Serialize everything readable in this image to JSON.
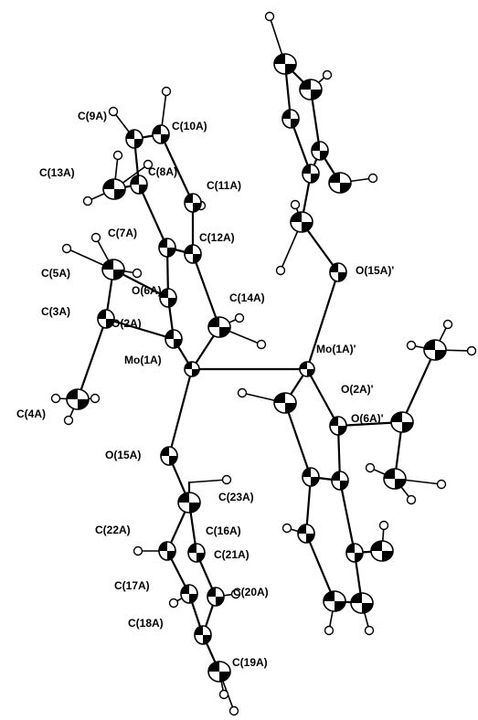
{
  "figure": {
    "labels": {
      "C9A": "C(9A)",
      "C10A": "C(10A)",
      "C13A": "C(13A)",
      "C8A": "C(8A)",
      "C11A": "C(11A)",
      "C7A": "C(7A)",
      "C12A": "C(12A)",
      "C5A": "C(5A)",
      "O6A": "O(6A)",
      "O15Ap": "O(15A)'",
      "C14A": "C(14A)",
      "C3A": "C(3A)",
      "O2A": "O(2A)",
      "Mo1Ap": "Mo(1A)'",
      "Mo1A": "Mo(1A)",
      "O2Ap": "O(2A)'",
      "C4A": "C(4A)",
      "O6Ap": "O(6A)'",
      "O15A": "O(15A)",
      "C23A": "C(23A)",
      "C22A": "C(22A)",
      "C16A": "C(16A)",
      "C21A": "C(21A)",
      "C17A": "C(17A)",
      "C20A": "C(20A)",
      "C18A": "C(18A)",
      "C19A": "C(19A)"
    }
  }
}
